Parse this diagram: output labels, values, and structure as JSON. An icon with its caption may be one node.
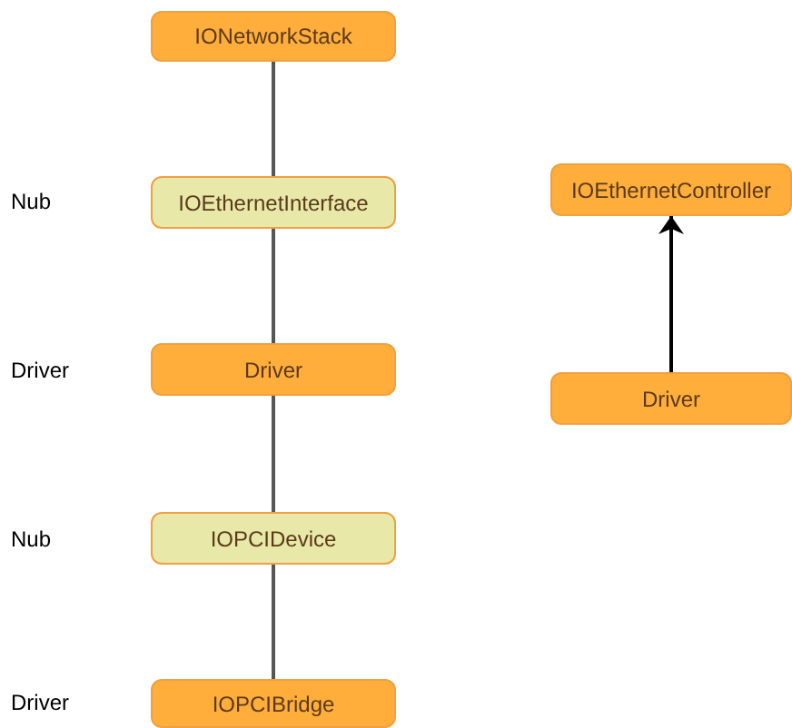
{
  "diagram": {
    "nodes": [
      {
        "text": [
          "IONetworkStack"
        ]
      },
      {
        "text": [
          "IOEthernetInterface"
        ]
      },
      {
        "text": [
          "Driver"
        ]
      },
      {
        "text": [
          "IOPCIDevice"
        ]
      },
      {
        "text": [
          "IOPCIBridge"
        ]
      },
      {
        "text": [
          "IOEthernetController"
        ]
      },
      {
        "text": [
          "Driver"
        ]
      }
    ],
    "edges": [
      {
        "from": 0,
        "to": 1,
        "arrow": "none"
      },
      {
        "from": 1,
        "to": 2,
        "arrow": "none"
      },
      {
        "from": 2,
        "to": 3,
        "arrow": "none"
      },
      {
        "from": 3,
        "to": 4,
        "arrow": "none"
      },
      {
        "from": 6,
        "to": 5,
        "arrow": "to",
        "color": "#000000"
      }
    ],
    "labels": [
      "Nub",
      "Driver",
      "Nub",
      "Driver"
    ]
  }
}
